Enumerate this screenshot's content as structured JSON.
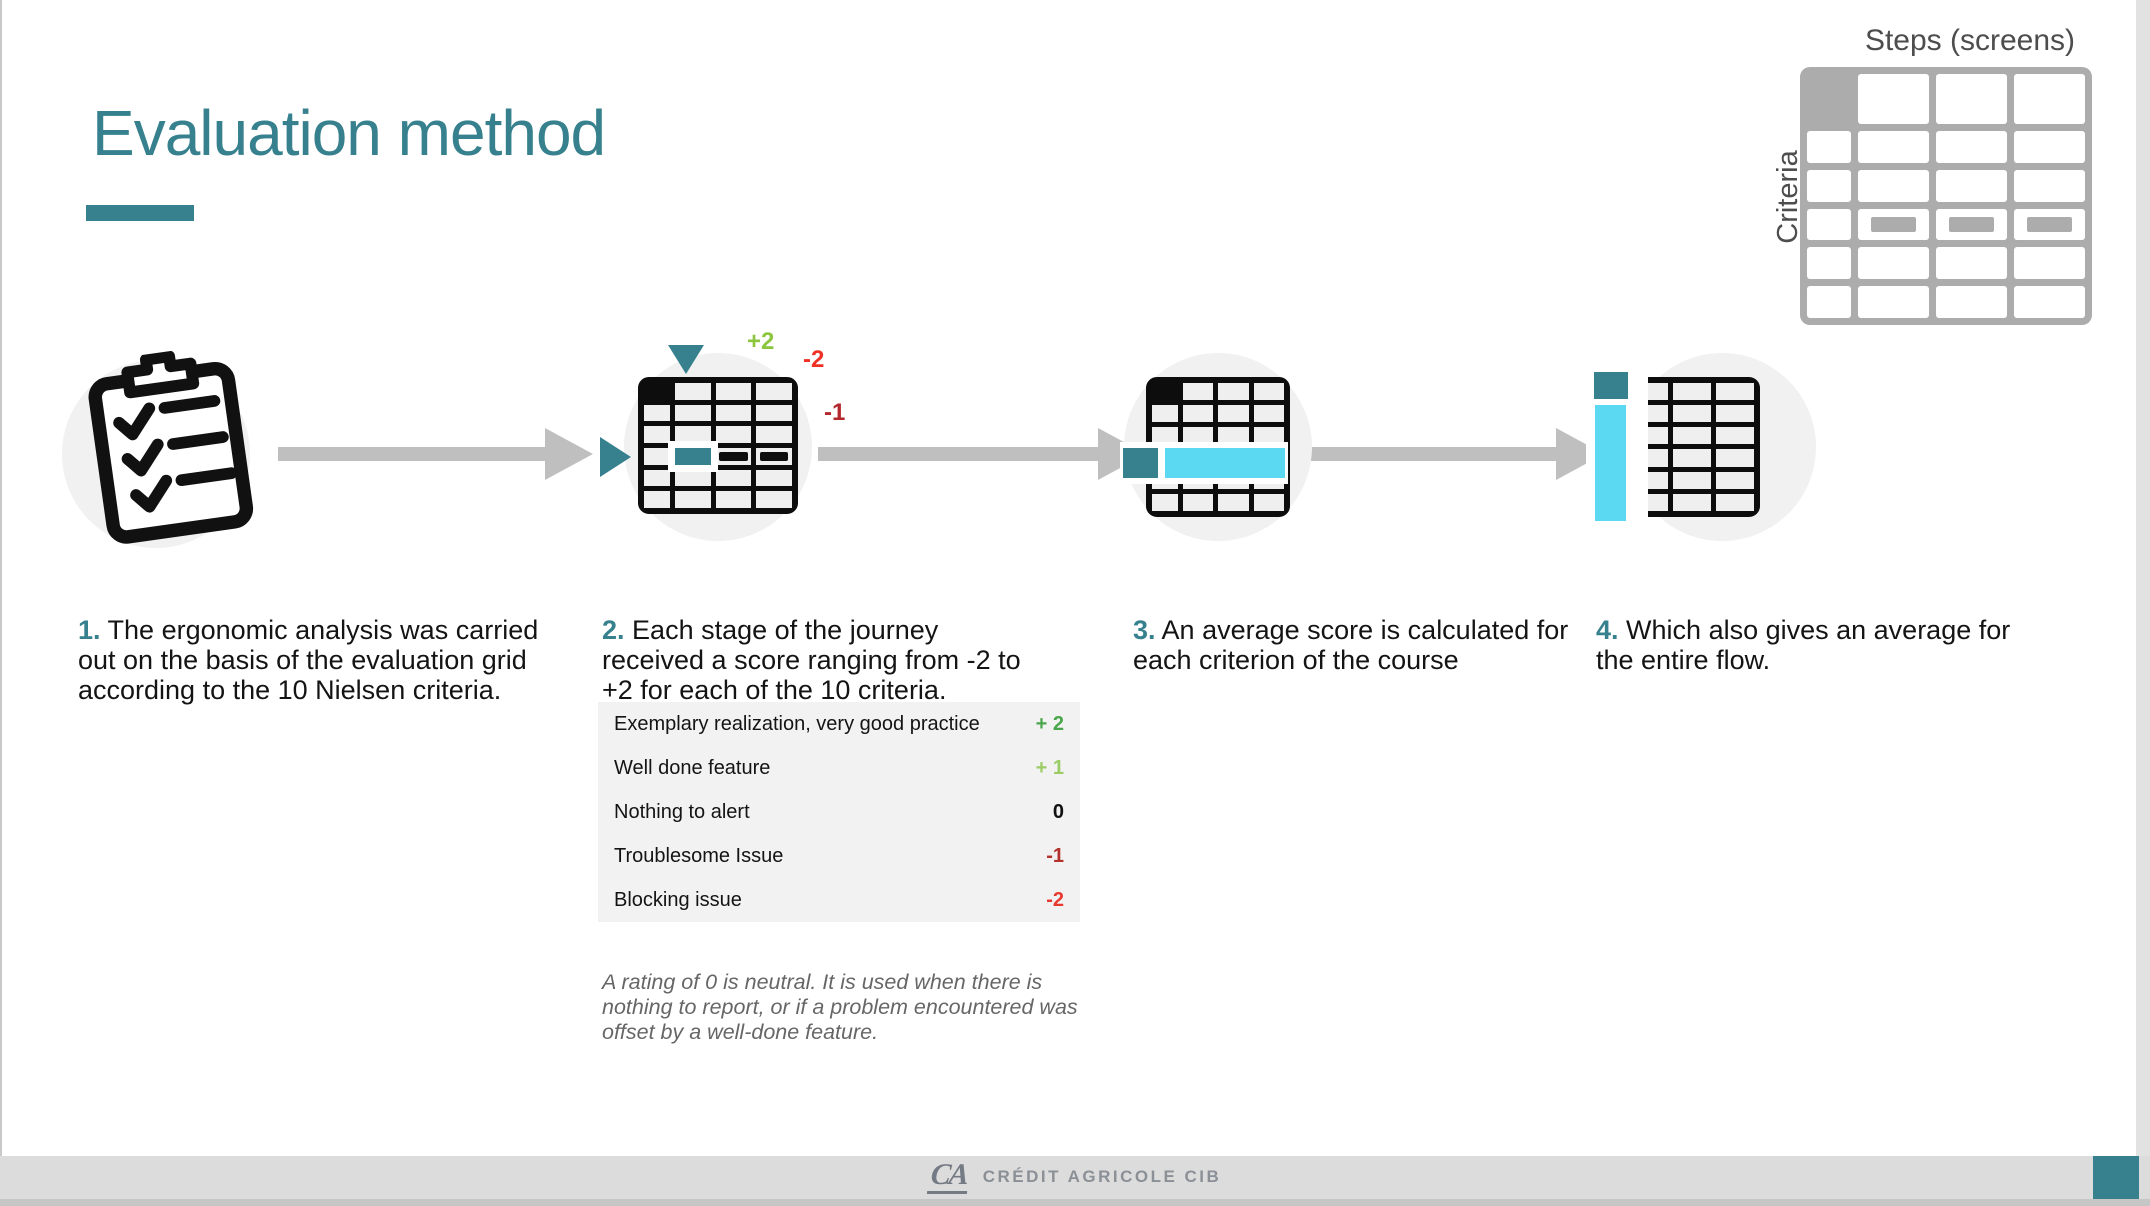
{
  "title": "Evaluation method",
  "colors": {
    "accent_teal": "#37818F",
    "cyan_highlight": "#5BD9F2",
    "arrow_gray": "#BFBFBF",
    "matrix_gray": "#ACACAC",
    "footer_gray": "#DCDCDC"
  },
  "matrix": {
    "top_label": "Steps (screens)",
    "side_label": "Criteria"
  },
  "annotations": {
    "plus2": {
      "text": "+2",
      "color": "#8CC63F"
    },
    "minus2": {
      "text": "-2",
      "color": "#EE3124"
    },
    "minus1": {
      "text": "-1",
      "color": "#B3282D"
    }
  },
  "steps": [
    {
      "number": "1.",
      "text": "The ergonomic analysis was carried out on the basis of the evaluation grid according to the 10 Nielsen criteria."
    },
    {
      "number": "2.",
      "text": "Each stage of the journey received a score ranging from -2 to +2 for each of the 10 criteria."
    },
    {
      "number": "3.",
      "text": "An average score is calculated for each criterion of the course"
    },
    {
      "number": "4.",
      "text": "Which also gives an average for the entire flow."
    }
  ],
  "score_table": {
    "rows": [
      {
        "label": "Exemplary realization, very good practice",
        "value": "+ 2",
        "color": "#4AA64C"
      },
      {
        "label": "Well done feature",
        "value": "+ 1",
        "color": "#9CCC65"
      },
      {
        "label": "Nothing to alert",
        "value": "0",
        "color": "#111111"
      },
      {
        "label": "Troublesome Issue",
        "value": "-1",
        "color": "#B3332C"
      },
      {
        "label": "Blocking issue",
        "value": "-2",
        "color": "#E8392F"
      }
    ]
  },
  "note": {
    "text": "A rating of 0 is neutral. It is used when there is nothing to report, or if a problem encountered was offset by a well-done feature."
  },
  "footer": {
    "logo": "CA",
    "brand": "CRÉDIT AGRICOLE CIB"
  }
}
